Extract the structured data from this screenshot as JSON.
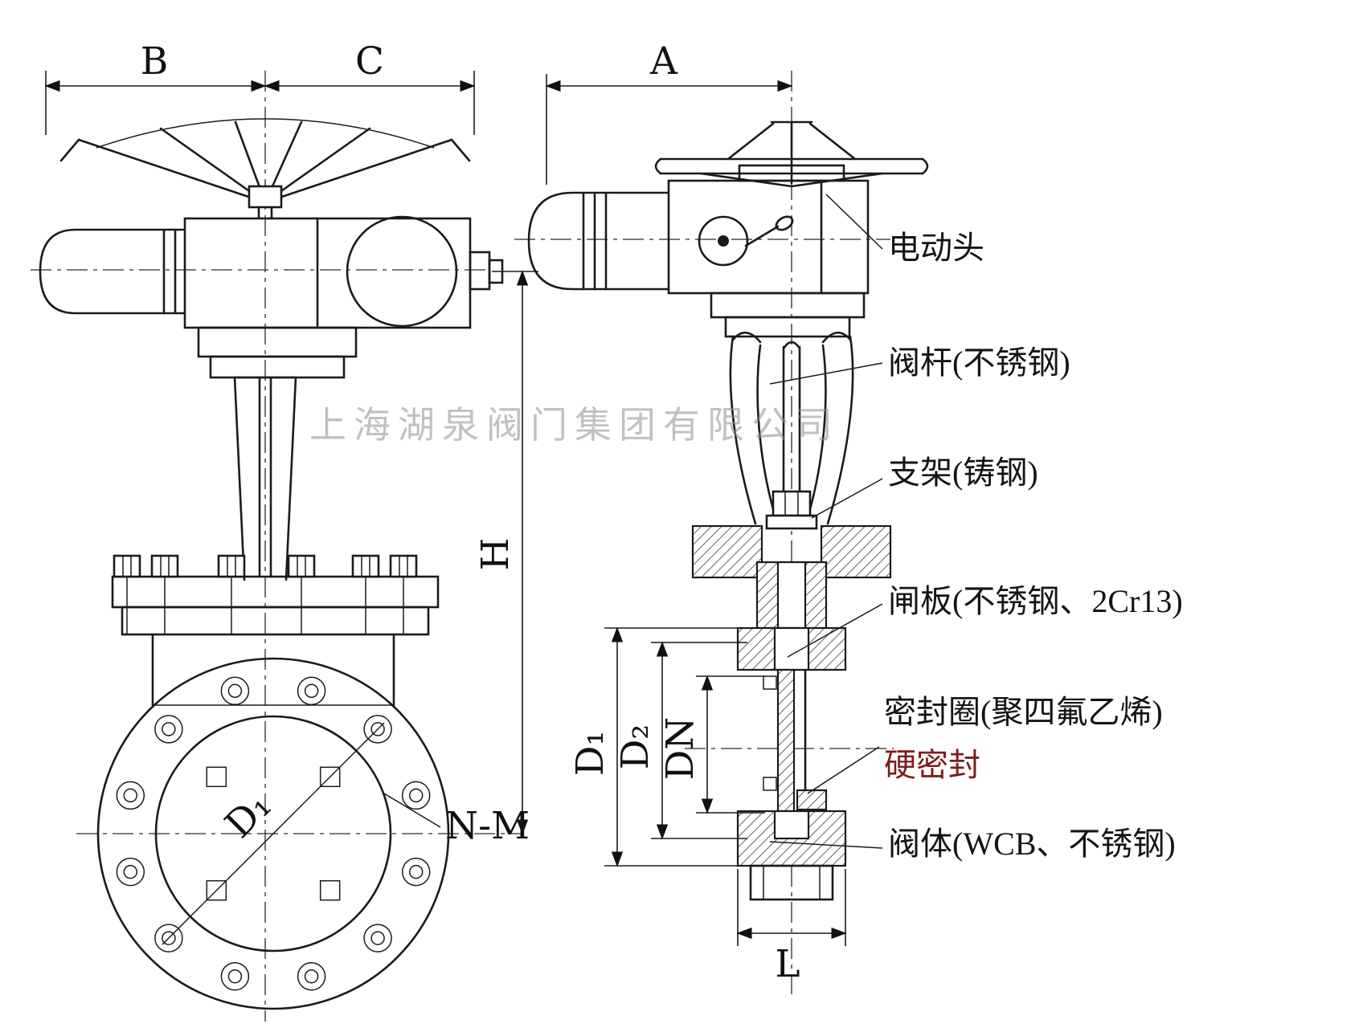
{
  "drawing": {
    "watermark": "上海湖泉阀门集团有限公司",
    "dims": {
      "B": "B",
      "C": "C",
      "A": "A",
      "H": "H",
      "D1_flange": "D₁",
      "D1": "D₁",
      "D2": "D₂",
      "DN": "DN",
      "L": "L",
      "N_M": "N-M"
    },
    "part_labels": {
      "actuator": "电动头",
      "stem": "阀杆(不锈钢)",
      "bracket": "支架(铸钢)",
      "gate": "闸板(不锈钢、2Cr13)",
      "seal_line1": "密封圈(聚四氟乙烯)",
      "seal_line2": "硬密封",
      "body": "阀体(WCB、不锈钢)"
    }
  }
}
